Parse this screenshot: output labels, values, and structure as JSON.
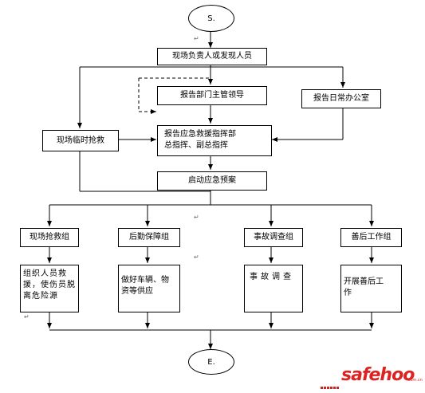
{
  "diagram": {
    "start": "S.",
    "end": "E.",
    "discoverer": "现场负责人或发现人员",
    "report_supervisor": "报告部门主管领导",
    "report_office": "报告日常办公室",
    "onsite_rescue": "现场临时抢救",
    "report_hq_lines": [
      "报告应急救援指挥部",
      "总指挥、副总指挥"
    ],
    "start_plan": "启动应急预案",
    "teams": [
      {
        "name": "现场抢救组",
        "task_lines": [
          "组织人员救",
          "援，使伤员脱",
          "离危险源"
        ]
      },
      {
        "name": "后勤保障组",
        "task_lines": [
          "做好车辆、物",
          "资等供应"
        ]
      },
      {
        "name": "事故调查组",
        "task_lines": [
          "事故调查"
        ]
      },
      {
        "name": "善后工作组",
        "task_lines": [
          "开展善后工",
          "作"
        ]
      }
    ],
    "watermark": "safehoo",
    "watermark_sub": ".com.cn"
  }
}
